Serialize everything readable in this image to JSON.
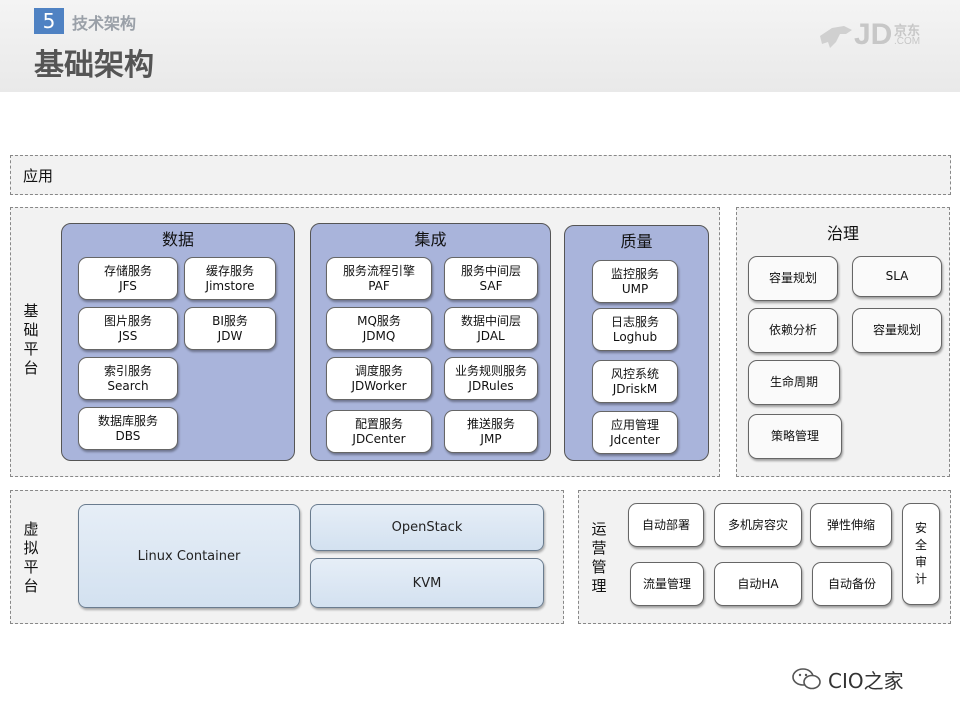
{
  "header": {
    "section_number": "5",
    "section_label": "技术架构",
    "title": "基础架构",
    "logo": {
      "jd": "JD",
      "cn": "京东",
      "com": ".COM"
    }
  },
  "app_layer": {
    "label": "应用"
  },
  "base_platform": {
    "label": "基础平台",
    "data": {
      "title": "数据",
      "items": [
        {
          "name": "存储服务",
          "sub": "JFS"
        },
        {
          "name": "缓存服务",
          "sub": "Jimstore"
        },
        {
          "name": "图片服务",
          "sub": "JSS"
        },
        {
          "name": "BI服务",
          "sub": "JDW"
        },
        {
          "name": "索引服务",
          "sub": "Search"
        },
        {
          "name": "数据库服务",
          "sub": "DBS"
        }
      ]
    },
    "integration": {
      "title": "集成",
      "items": [
        {
          "name": "服务流程引擎",
          "sub": "PAF"
        },
        {
          "name": "服务中间层",
          "sub": "SAF"
        },
        {
          "name": "MQ服务",
          "sub": "JDMQ"
        },
        {
          "name": "数据中间层",
          "sub": "JDAL"
        },
        {
          "name": "调度服务",
          "sub": "JDWorker"
        },
        {
          "name": "业务规则服务",
          "sub": "JDRules"
        },
        {
          "name": "配置服务",
          "sub": "JDCenter"
        },
        {
          "name": "推送服务",
          "sub": "JMP"
        }
      ]
    },
    "quality": {
      "title": "质量",
      "items": [
        {
          "name": "监控服务",
          "sub": "UMP"
        },
        {
          "name": "日志服务",
          "sub": "Loghub"
        },
        {
          "name": "风控系统",
          "sub": "JDriskM"
        },
        {
          "name": "应用管理",
          "sub": "Jdcenter"
        }
      ]
    }
  },
  "governance": {
    "title": "治理",
    "items": [
      "容量规划",
      "SLA",
      "依赖分析",
      "容量规划",
      "生命周期",
      "策略管理"
    ]
  },
  "virtual_platform": {
    "label": "虚拟平台",
    "items": [
      "Linux Container",
      "OpenStack",
      "KVM"
    ]
  },
  "ops": {
    "label": "运营管理",
    "items": [
      "自动部署",
      "多机房容灾",
      "弹性伸缩",
      "安全审计",
      "流量管理",
      "自动HA",
      "自动备份"
    ]
  },
  "footer": {
    "text": "CIO之家"
  }
}
